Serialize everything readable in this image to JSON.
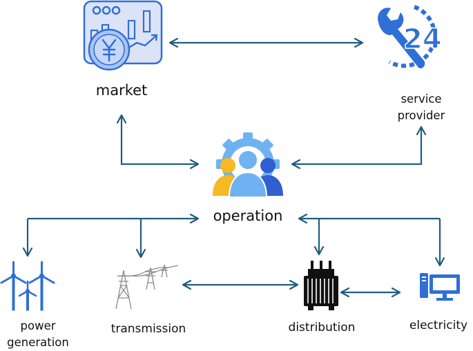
{
  "nodes": {
    "market": {
      "label": "market"
    },
    "service_provider": {
      "label": "service provider",
      "line1": "service",
      "line2": "provider",
      "badge": "24"
    },
    "operation": {
      "label": "operation"
    },
    "power_generation": {
      "label": "power generation",
      "line1": "power",
      "line2": "generation"
    },
    "transmission": {
      "label": "transmission"
    },
    "distribution": {
      "label": "distribution"
    },
    "electricity": {
      "label": "electricity"
    }
  },
  "icons": {
    "market": "market-chart-yuan-icon",
    "service_provider": "wrench-24-hour-service-icon",
    "operation": "team-gear-operation-icon",
    "power_generation": "wind-turbines-icon",
    "transmission": "transmission-towers-icon",
    "distribution": "transformer-icon",
    "electricity": "computer-monitor-icon"
  },
  "colors": {
    "arrow": "#1f5c80",
    "icon_blue": "#2f6fd6",
    "icon_light_blue": "#6fb2f2",
    "icon_yellow": "#f6b825",
    "market_bg": "#dde3f7"
  }
}
